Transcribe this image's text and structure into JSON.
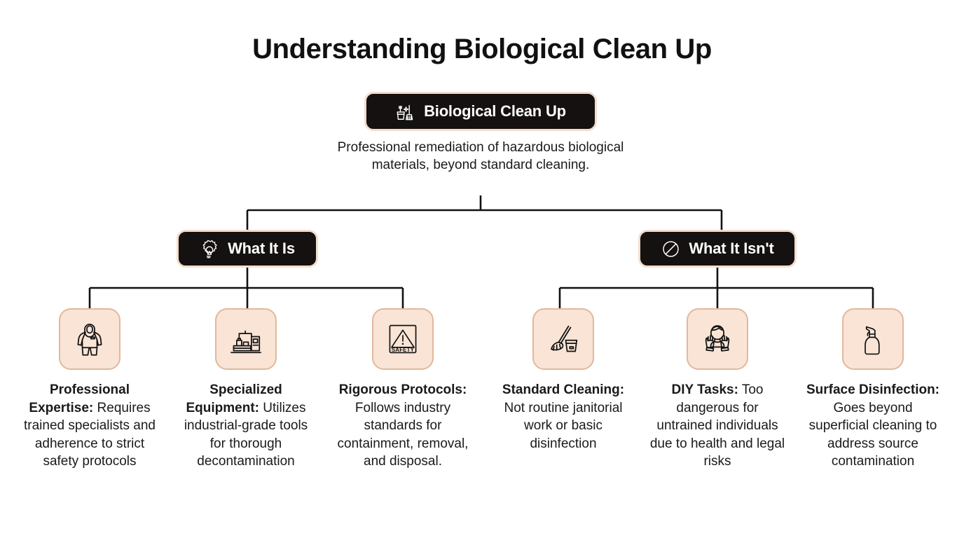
{
  "page": {
    "title": "Understanding Biological Clean Up",
    "background_color": "#ffffff",
    "text_color": "#1a1a1a"
  },
  "theme": {
    "node_background": "#141110",
    "node_border": "#f4ddcb",
    "node_text": "#ffffff",
    "tile_background": "#f9e4d6",
    "tile_border": "#e2b89c",
    "connector_color": "#111111"
  },
  "root": {
    "icon": "bucket-broom-sparkle-icon",
    "label": "Biological Clean Up",
    "description": "Professional remediation of hazardous biological materials,  beyond standard cleaning."
  },
  "branches": [
    {
      "id": "what-it-is",
      "icon": "gear-lightbulb-icon",
      "label": "What It Is"
    },
    {
      "id": "what-it-isnt",
      "icon": "prohibition-circle-slash-icon",
      "label": "What It Isn't"
    }
  ],
  "leaves": [
    {
      "id": "professional-expertise",
      "branch": "what-it-is",
      "icon": "hazmat-suit-icon",
      "title": "Professional Expertise:",
      "body": "Requires trained specialists and adherence to strict safety protocols"
    },
    {
      "id": "specialized-equipment",
      "branch": "what-it-is",
      "icon": "industrial-machinery-icon",
      "title": "Specialized Equipment:",
      "body": "Utilizes industrial-grade tools for thorough decontamination"
    },
    {
      "id": "rigorous-protocols",
      "branch": "what-it-is",
      "icon": "safety-warning-sign-icon",
      "title": "Rigorous Protocols:",
      "body": "Follows industry standards for containment, removal, and disposal."
    },
    {
      "id": "standard-cleaning",
      "branch": "what-it-isnt",
      "icon": "mop-bucket-icon",
      "title": "Standard Cleaning:",
      "body": "Not routine janitorial work or basic disinfection"
    },
    {
      "id": "diy-tasks",
      "branch": "what-it-isnt",
      "icon": "gloved-hands-person-icon",
      "title": "DIY Tasks:",
      "body": "Too dangerous for untrained individuals due to health and legal risks"
    },
    {
      "id": "surface-disinfection",
      "branch": "what-it-isnt",
      "icon": "spray-bottle-icon",
      "title": "Surface Disinfection:",
      "body": "Goes beyond superficial cleaning to address source contamination"
    }
  ]
}
